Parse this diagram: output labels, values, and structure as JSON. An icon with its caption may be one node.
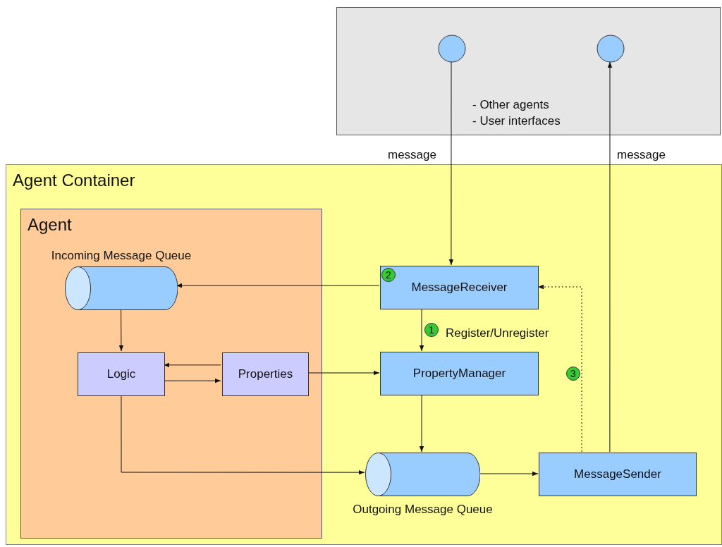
{
  "diagram": {
    "nodes": [
      {
        "text": [
          "- Other agents",
          "- User interfaces"
        ]
      },
      {
        "text": [],
        "shape": "circle",
        "in": 0
      },
      {
        "text": [],
        "shape": "circle",
        "in": 0
      },
      {
        "text": [
          "Agent Container"
        ]
      },
      {
        "text": [
          "Agent"
        ],
        "in": 3
      },
      {
        "text": [
          "Incoming Message Queue"
        ],
        "in": 4
      },
      {
        "text": [
          "Logic"
        ],
        "in": 4
      },
      {
        "text": [
          "Properties"
        ],
        "in": 4
      },
      {
        "text": [
          "MessageReceiver"
        ],
        "in": 3
      },
      {
        "text": [
          "PropertyManager"
        ],
        "in": 3
      },
      {
        "text": [
          "Outgoing Message Queue"
        ],
        "in": 3
      },
      {
        "text": [
          "MessageSender"
        ],
        "in": 3
      }
    ],
    "edges": [
      {
        "from": 1,
        "to": 8,
        "arrow": "to",
        "label": "message"
      },
      {
        "from": 11,
        "to": 2,
        "arrow": "to",
        "label": "message"
      },
      {
        "from": 8,
        "to": 5,
        "arrow": "to"
      },
      {
        "from": 8,
        "to": 9,
        "arrow": "to",
        "label": "Register/Unregister"
      },
      {
        "from": 11,
        "to": 8,
        "arrow": "to",
        "style": "dashed"
      },
      {
        "from": 5,
        "to": 6,
        "arrow": "to"
      },
      {
        "from": 7,
        "to": 6,
        "arrow": "to"
      },
      {
        "from": 6,
        "to": 7,
        "arrow": "to"
      },
      {
        "from": 7,
        "to": 9,
        "arrow": "to"
      },
      {
        "from": 9,
        "to": 10,
        "arrow": "to"
      },
      {
        "from": 6,
        "to": 10,
        "arrow": "to"
      },
      {
        "from": 10,
        "to": 11,
        "arrow": "to"
      }
    ],
    "labels": [
      "2",
      "1",
      "3"
    ]
  }
}
